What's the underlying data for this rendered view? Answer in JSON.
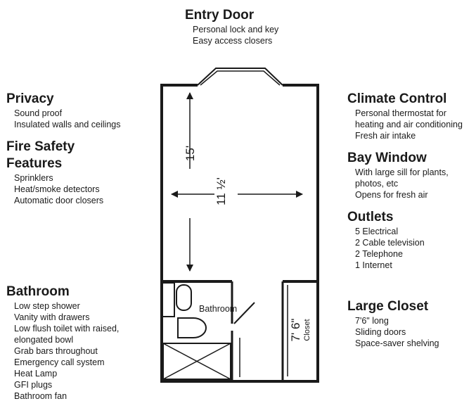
{
  "entry_door": {
    "heading": "Entry Door",
    "items": [
      "Personal lock and key",
      "Easy access closers"
    ]
  },
  "privacy": {
    "heading": "Privacy",
    "items": [
      "Sound proof",
      "Insulated walls and ceilings"
    ]
  },
  "fire_safety": {
    "heading_line1": "Fire Safety",
    "heading_line2": "Features",
    "items": [
      "Sprinklers",
      "Heat/smoke detectors",
      "Automatic door closers"
    ]
  },
  "bathroom": {
    "heading": "Bathroom",
    "items": [
      "Low step shower",
      "Vanity with drawers",
      "Low flush toilet with raised,",
      "elongated bowl",
      "Grab bars throughout",
      "Emergency call system",
      "Heat Lamp",
      "GFI plugs",
      "Bathroom fan"
    ]
  },
  "climate_control": {
    "heading": "Climate Control",
    "items": [
      "Personal thermostat for",
      "heating and air conditioning",
      "Fresh air intake"
    ]
  },
  "bay_window": {
    "heading": "Bay Window",
    "items": [
      "With large sill for plants,",
      "photos, etc",
      "Opens for fresh air"
    ]
  },
  "outlets": {
    "heading": "Outlets",
    "items": [
      "5 Electrical",
      "2 Cable television",
      "2 Telephone",
      "1 Internet"
    ]
  },
  "large_closet": {
    "heading": "Large Closet",
    "items": [
      "7'6\" long",
      "Sliding doors",
      "Space-saver shelving"
    ]
  },
  "plan": {
    "length_label": "15'",
    "width_label": "11 ½'",
    "bathroom_label": "Bathroom",
    "closet_dim_label": "7' 6\"",
    "closet_label": "Closet"
  }
}
